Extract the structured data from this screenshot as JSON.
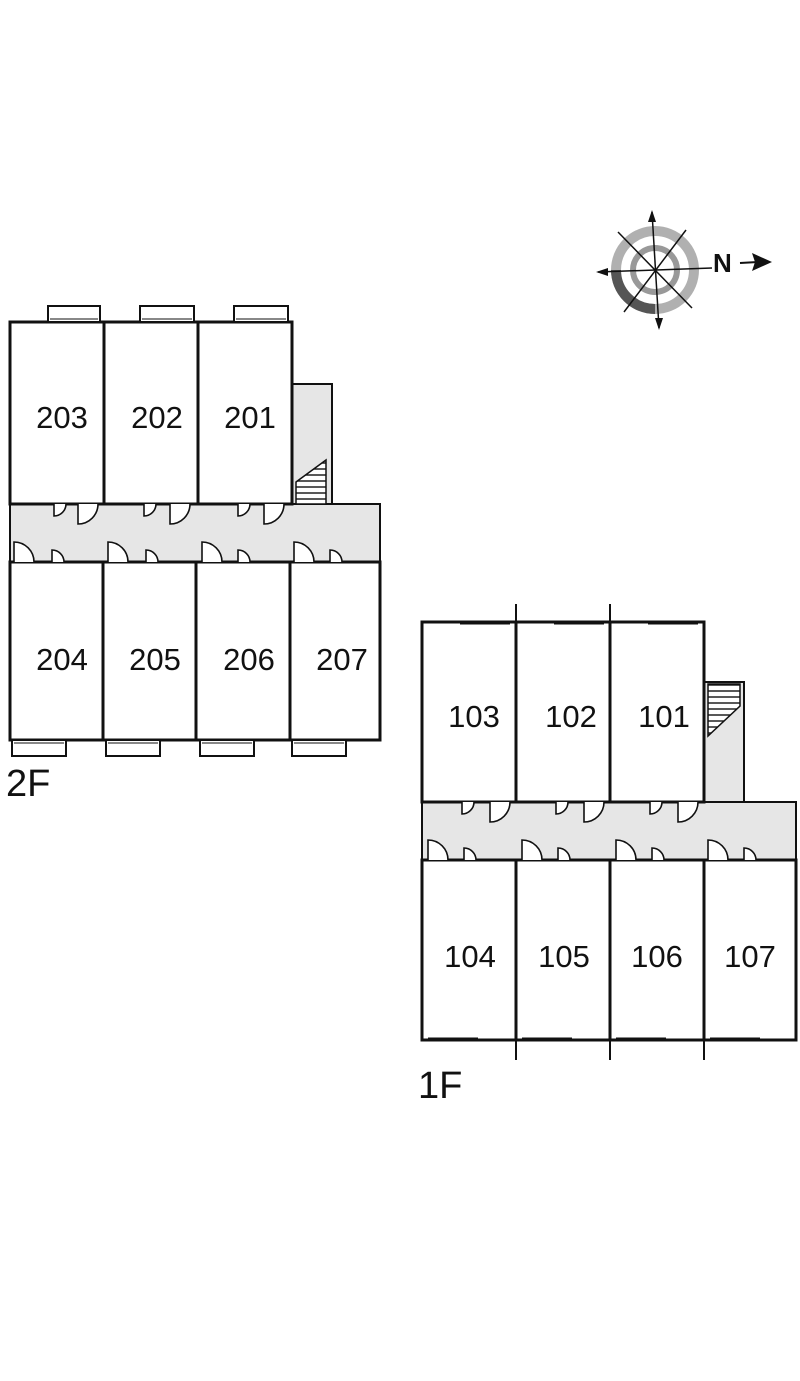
{
  "compass": {
    "north_label": "N",
    "icon": "compass-icon"
  },
  "floors": [
    {
      "label": "2F",
      "north_units": [
        "203",
        "202",
        "201"
      ],
      "south_units": [
        "204",
        "205",
        "206",
        "207"
      ]
    },
    {
      "label": "1F",
      "north_units": [
        "103",
        "102",
        "101"
      ],
      "south_units": [
        "104",
        "105",
        "106",
        "107"
      ]
    }
  ],
  "colors": {
    "corridor": "#e6e6e6",
    "wall": "#111111"
  }
}
